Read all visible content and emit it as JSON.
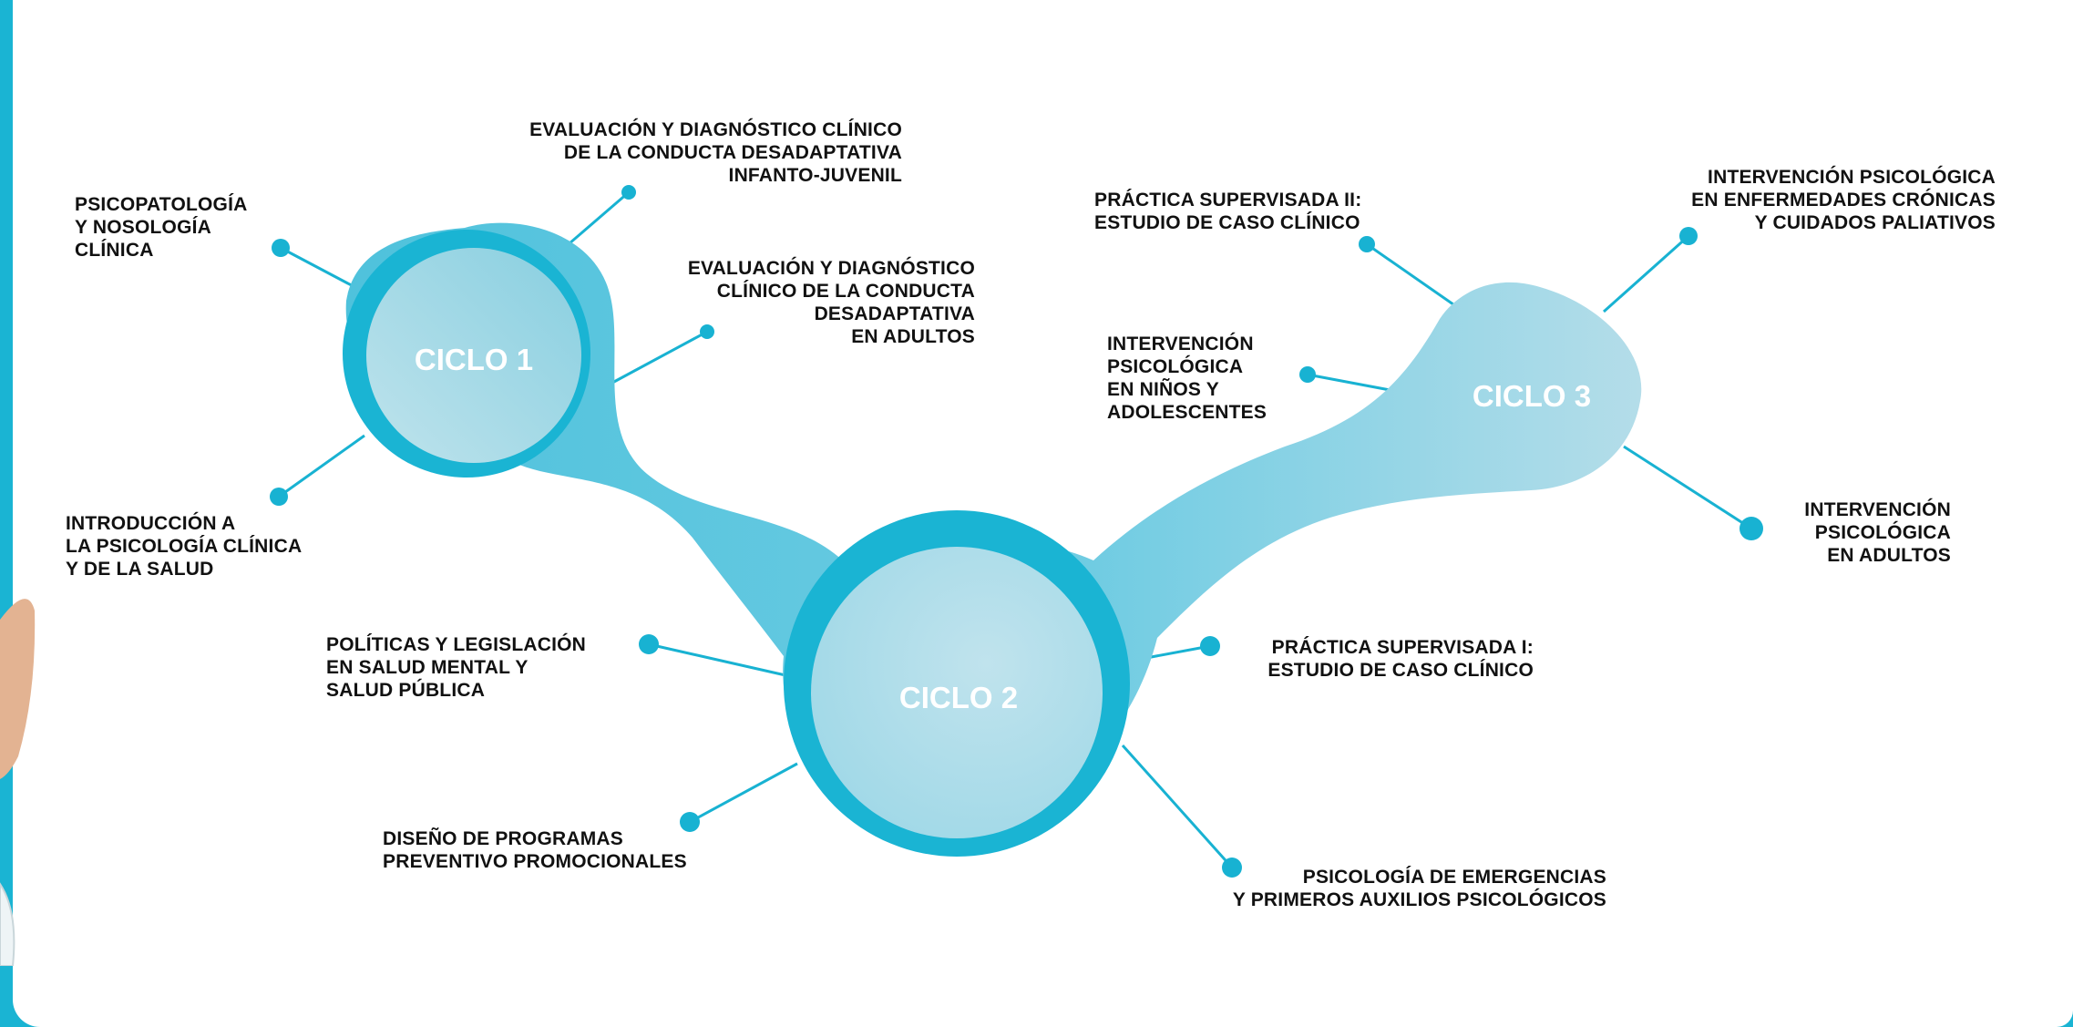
{
  "hubs": [
    {
      "id": "ciclo1",
      "label": "CICLO 1"
    },
    {
      "id": "ciclo2",
      "label": "CICLO 2"
    },
    {
      "id": "ciclo3",
      "label": "CICLO 3"
    }
  ],
  "topics": [
    {
      "id": "psicopatologia",
      "hub": "ciclo1",
      "label": "PSICOPATOLOGÍA\nY NOSOLOGÍA\nCLÍNICA"
    },
    {
      "id": "eval-infanto",
      "hub": "ciclo1",
      "label": "EVALUACIÓN Y DIAGNÓSTICO CLÍNICO\nDE LA CONDUCTA DESADAPTATIVA\nINFANTO-JUVENIL"
    },
    {
      "id": "eval-adultos",
      "hub": "ciclo1",
      "label": "EVALUACIÓN Y DIAGNÓSTICO\nCLÍNICO DE LA CONDUCTA\nDESADAPTATIVA\nEN ADULTOS"
    },
    {
      "id": "introduccion",
      "hub": "ciclo1",
      "label": "INTRODUCCIÓN A\nLA PSICOLOGÍA CLÍNICA\nY DE LA SALUD"
    },
    {
      "id": "politicas",
      "hub": "ciclo2",
      "label": "POLÍTICAS Y LEGISLACIÓN\nEN SALUD MENTAL Y\nSALUD PÚBLICA"
    },
    {
      "id": "diseno",
      "hub": "ciclo2",
      "label": "DISEÑO DE PROGRAMAS\nPREVENTIVO PROMOCIONALES"
    },
    {
      "id": "practica1",
      "hub": "ciclo2",
      "label": "PRÁCTICA SUPERVISADA I:\nESTUDIO DE CASO CLÍNICO"
    },
    {
      "id": "emergencias",
      "hub": "ciclo2",
      "label": "PSICOLOGÍA DE EMERGENCIAS\nY PRIMEROS AUXILIOS PSICOLÓGICOS"
    },
    {
      "id": "practica2",
      "hub": "ciclo3",
      "label": "PRÁCTICA SUPERVISADA II:\nESTUDIO DE CASO CLÍNICO"
    },
    {
      "id": "ninos",
      "hub": "ciclo3",
      "label": "INTERVENCIÓN\nPSICOLÓGICA\nEN NIÑOS Y\nADOLESCENTES"
    },
    {
      "id": "cronicas",
      "hub": "ciclo3",
      "label": "INTERVENCIÓN PSICOLÓGICA\nEN ENFERMEDADES CRÓNICAS\nY CUIDADOS PALIATIVOS"
    },
    {
      "id": "adultos",
      "hub": "ciclo3",
      "label": "INTERVENCIÓN\nPSICOLÓGICA\nEN ADULTOS"
    }
  ],
  "colors": {
    "frame": "#1ab4d3",
    "accent": "#1ab4d3",
    "connector": "#18b2d2",
    "blob_light": "#b4dde9",
    "blob_dark": "#4fc2dc",
    "hub_fill_light": "#bfe3ec",
    "hub_fill_dark": "#88cfe0",
    "text": "#111111",
    "hub_text": "#ffffff"
  }
}
